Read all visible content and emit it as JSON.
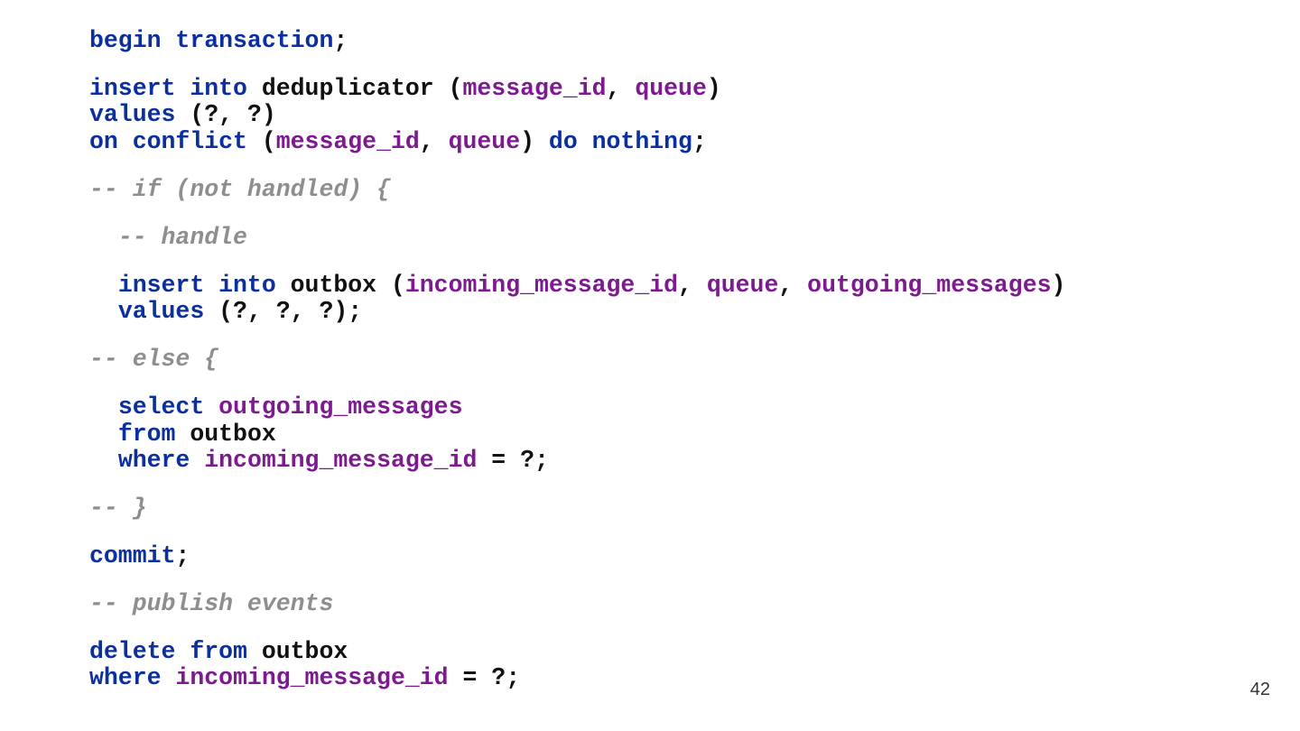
{
  "colors": {
    "keyword": "#0b2f9f",
    "identifier": "#7d1a90",
    "text": "#111111",
    "comment": "#8e8e8e"
  },
  "code": {
    "lines": [
      {
        "gap_before": false,
        "indent": 0,
        "tokens": [
          {
            "t": "kw",
            "v": "begin transaction"
          },
          {
            "t": "tx",
            "v": ";"
          }
        ]
      },
      {
        "gap_before": true,
        "indent": 0,
        "tokens": [
          {
            "t": "kw",
            "v": "insert into"
          },
          {
            "t": "tx",
            "v": " deduplicator ("
          },
          {
            "t": "id",
            "v": "message_id"
          },
          {
            "t": "tx",
            "v": ", "
          },
          {
            "t": "id",
            "v": "queue"
          },
          {
            "t": "tx",
            "v": ")"
          }
        ]
      },
      {
        "gap_before": false,
        "indent": 0,
        "tokens": [
          {
            "t": "kw",
            "v": "values"
          },
          {
            "t": "tx",
            "v": " (?, ?)"
          }
        ]
      },
      {
        "gap_before": false,
        "indent": 0,
        "tokens": [
          {
            "t": "kw",
            "v": "on conflict"
          },
          {
            "t": "tx",
            "v": " ("
          },
          {
            "t": "id",
            "v": "message_id"
          },
          {
            "t": "tx",
            "v": ", "
          },
          {
            "t": "id",
            "v": "queue"
          },
          {
            "t": "tx",
            "v": ") "
          },
          {
            "t": "kw",
            "v": "do nothing"
          },
          {
            "t": "tx",
            "v": ";"
          }
        ]
      },
      {
        "gap_before": true,
        "indent": 0,
        "tokens": [
          {
            "t": "cm",
            "v": "-- if (not handled) {"
          }
        ]
      },
      {
        "gap_before": true,
        "indent": 1,
        "tokens": [
          {
            "t": "cm",
            "v": "-- handle"
          }
        ]
      },
      {
        "gap_before": true,
        "indent": 1,
        "tokens": [
          {
            "t": "kw",
            "v": "insert into"
          },
          {
            "t": "tx",
            "v": " outbox ("
          },
          {
            "t": "id",
            "v": "incoming_message_id"
          },
          {
            "t": "tx",
            "v": ", "
          },
          {
            "t": "id",
            "v": "queue"
          },
          {
            "t": "tx",
            "v": ", "
          },
          {
            "t": "id",
            "v": "outgoing_messages"
          },
          {
            "t": "tx",
            "v": ")"
          }
        ]
      },
      {
        "gap_before": false,
        "indent": 1,
        "tokens": [
          {
            "t": "kw",
            "v": "values"
          },
          {
            "t": "tx",
            "v": " (?, ?, ?);"
          }
        ]
      },
      {
        "gap_before": true,
        "indent": 0,
        "tokens": [
          {
            "t": "cm",
            "v": "-- else {"
          }
        ]
      },
      {
        "gap_before": true,
        "indent": 1,
        "tokens": [
          {
            "t": "kw",
            "v": "select"
          },
          {
            "t": "tx",
            "v": " "
          },
          {
            "t": "id",
            "v": "outgoing_messages"
          }
        ]
      },
      {
        "gap_before": false,
        "indent": 1,
        "tokens": [
          {
            "t": "kw",
            "v": "from"
          },
          {
            "t": "tx",
            "v": " outbox"
          }
        ]
      },
      {
        "gap_before": false,
        "indent": 1,
        "tokens": [
          {
            "t": "kw",
            "v": "where"
          },
          {
            "t": "tx",
            "v": " "
          },
          {
            "t": "id",
            "v": "incoming_message_id"
          },
          {
            "t": "tx",
            "v": " = ?;"
          }
        ]
      },
      {
        "gap_before": true,
        "indent": 0,
        "tokens": [
          {
            "t": "cm",
            "v": "-- }"
          }
        ]
      },
      {
        "gap_before": true,
        "indent": 0,
        "tokens": [
          {
            "t": "kw",
            "v": "commit"
          },
          {
            "t": "tx",
            "v": ";"
          }
        ]
      },
      {
        "gap_before": true,
        "indent": 0,
        "tokens": [
          {
            "t": "cm",
            "v": "-- publish events"
          }
        ]
      },
      {
        "gap_before": true,
        "indent": 0,
        "tokens": [
          {
            "t": "kw",
            "v": "delete from"
          },
          {
            "t": "tx",
            "v": " outbox"
          }
        ]
      },
      {
        "gap_before": false,
        "indent": 0,
        "tokens": [
          {
            "t": "kw",
            "v": "where"
          },
          {
            "t": "tx",
            "v": " "
          },
          {
            "t": "id",
            "v": "incoming_message_id"
          },
          {
            "t": "tx",
            "v": " = ?;"
          }
        ]
      }
    ]
  },
  "footer": {
    "page_number": "42"
  }
}
